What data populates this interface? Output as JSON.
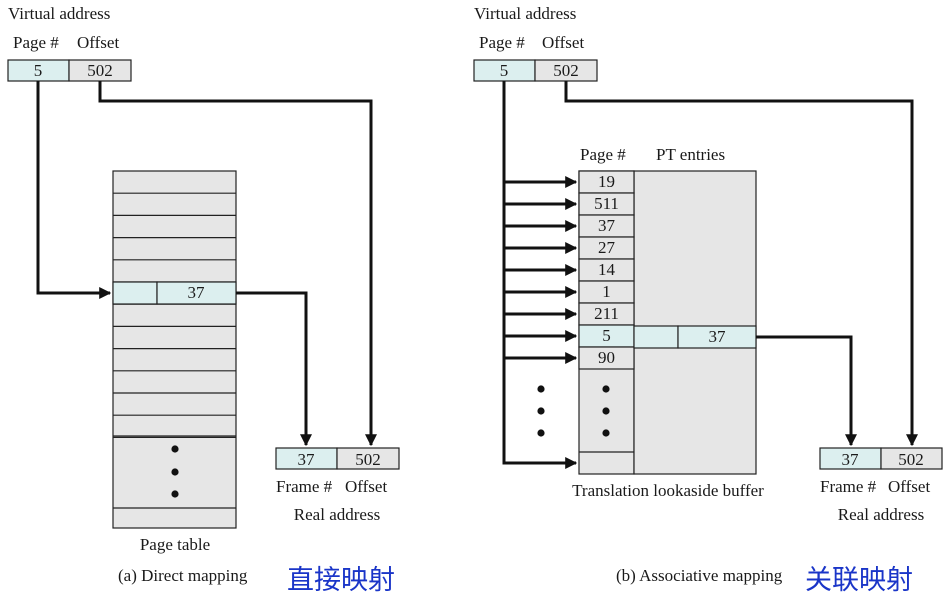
{
  "colors": {
    "field_fill": "#dcefef",
    "table_fill": "#e6e6e6",
    "stroke": "#222222",
    "cjk_caption": "#1a35c8"
  },
  "direct": {
    "virtual_address_label": "Virtual address",
    "page_header": "Page #",
    "offset_header": "Offset",
    "page_value": "5",
    "offset_value": "502",
    "entry_frame": "37",
    "real_frame": "37",
    "real_offset": "502",
    "frame_label": "Frame #",
    "offset_label": "Offset",
    "real_address_label": "Real address",
    "table_label": "Page table",
    "caption": "(a) Direct mapping",
    "cjk_caption": "直接映射"
  },
  "associative": {
    "virtual_address_label": "Virtual address",
    "page_header": "Page #",
    "offset_header": "Offset",
    "page_value": "5",
    "offset_value": "502",
    "tlb_page_header": "Page #",
    "tlb_entries_header": "PT entries",
    "tlb_pages": [
      "19",
      "511",
      "37",
      "27",
      "14",
      "1",
      "211",
      "5",
      "90"
    ],
    "matched_page": "5",
    "matched_frame": "37",
    "tlb_label": "Translation lookaside buffer",
    "real_frame": "37",
    "real_offset": "502",
    "frame_label": "Frame #",
    "offset_label": "Offset",
    "real_address_label": "Real address",
    "caption": "(b) Associative mapping",
    "cjk_caption": "关联映射"
  }
}
